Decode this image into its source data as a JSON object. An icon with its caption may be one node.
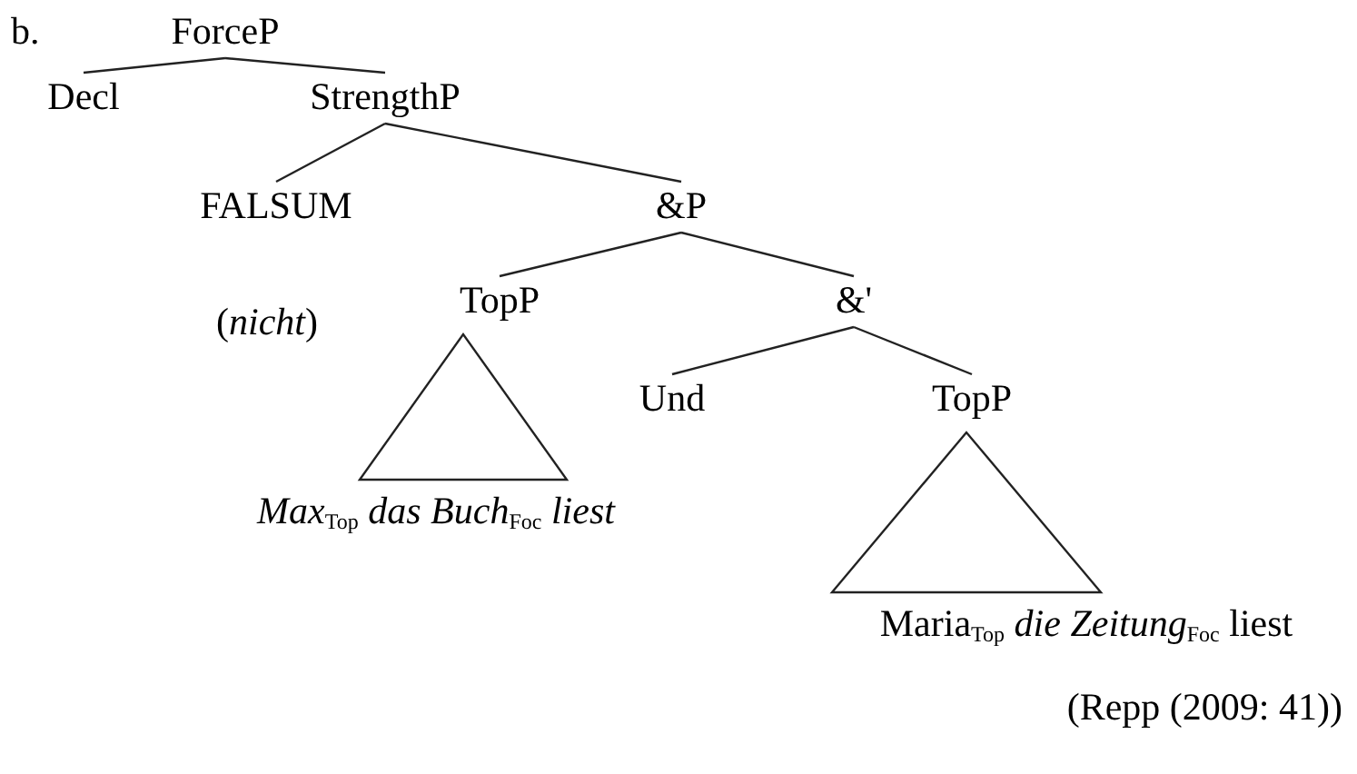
{
  "diagram": {
    "nodes": [
      {
        "text": [
          "ForceP"
        ]
      },
      {
        "text": [
          "Decl"
        ]
      },
      {
        "text": [
          "StrengthP"
        ]
      },
      {
        "text": [
          "FALSUM"
        ],
        "beside": [
          "(*nicht*)"
        ]
      },
      {
        "text": [
          "&P"
        ]
      },
      {
        "text": [
          "TopP"
        ]
      },
      {
        "text": [
          "*Max*$_{Top}$ *das Buch*$_{Foc}$ *liest*"
        ]
      },
      {
        "text": [
          "&'"
        ]
      },
      {
        "text": [
          "Und"
        ]
      },
      {
        "text": [
          "TopP"
        ]
      },
      {
        "text": [
          "Maria$_{Top}$ *die Zeitung*$_{Foc}$ liest"
        ]
      }
    ],
    "edges": [
      {
        "from": 0,
        "to": 1,
        "arrow": "none"
      },
      {
        "from": 0,
        "to": 2,
        "arrow": "none"
      },
      {
        "from": 2,
        "to": 3,
        "arrow": "none"
      },
      {
        "from": 2,
        "to": 4,
        "arrow": "none"
      },
      {
        "from": 4,
        "to": 5,
        "arrow": "none"
      },
      {
        "from": 4,
        "to": 7,
        "arrow": "none"
      },
      {
        "from": 5,
        "to": 6,
        "arrow": "none"
      },
      {
        "from": 7,
        "to": 8,
        "arrow": "none"
      },
      {
        "from": 7,
        "to": 9,
        "arrow": "none"
      },
      {
        "from": 9,
        "to": 10,
        "arrow": "none"
      }
    ],
    "labels": [
      "b.",
      "(Repp (2009: 41))"
    ]
  }
}
